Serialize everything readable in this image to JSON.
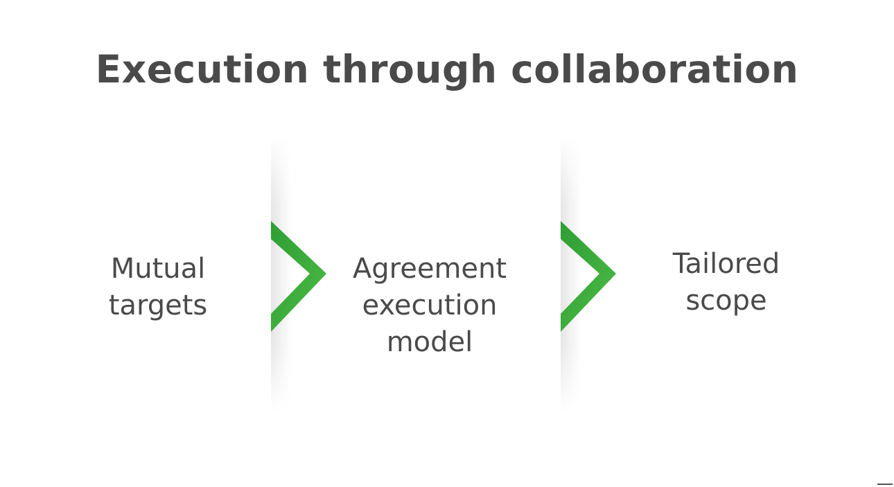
{
  "title": "Execution through collaboration",
  "steps": [
    {
      "label": "Mutual\ntargets"
    },
    {
      "label": "Agreement\nexecution\nmodel"
    },
    {
      "label": "Tailored\nscope"
    }
  ],
  "colors": {
    "title": "#4a4a4a",
    "text": "#4a4a4a",
    "accent": "#3cae3c",
    "background": "#ffffff"
  },
  "icons": [
    "chevron-right-icon",
    "chevron-right-icon"
  ]
}
